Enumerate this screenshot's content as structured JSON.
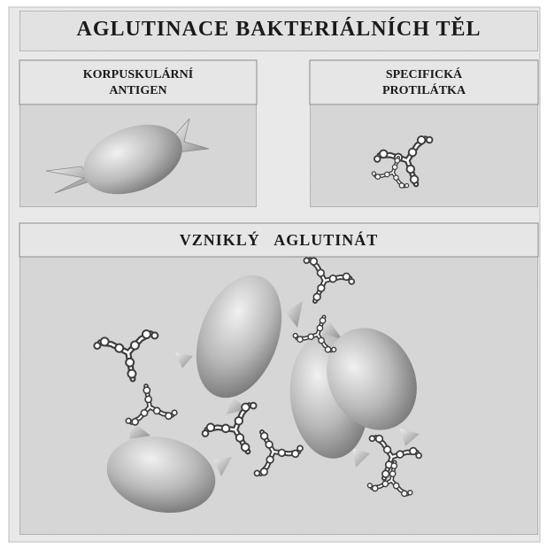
{
  "title": "AGLUTINACE BAKTERIÁLNÍCH TĚL",
  "panels": {
    "antigen": {
      "line1": "KORPUSKULÁRNÍ",
      "line2": "ANTIGEN"
    },
    "antibody": {
      "line1": "SPECIFICKÁ",
      "line2": "PROTILÁTKA"
    },
    "result": {
      "label": "VZNIKLÝ   AGLUTINÁT"
    }
  },
  "colors": {
    "background": "#ffffff",
    "panel": "#d9d9d9",
    "panel_border": "#9a9a9a",
    "header": "#e6e6e6",
    "cell_light": "#efefef",
    "cell_dark": "#7a7a7a",
    "antibody": "#3d3d3d"
  },
  "icons": {
    "bacterium": "ellipsoid-cell-icon",
    "flagellum": "pointed-appendage-icon",
    "antibody": "branched-antibody-icon"
  }
}
